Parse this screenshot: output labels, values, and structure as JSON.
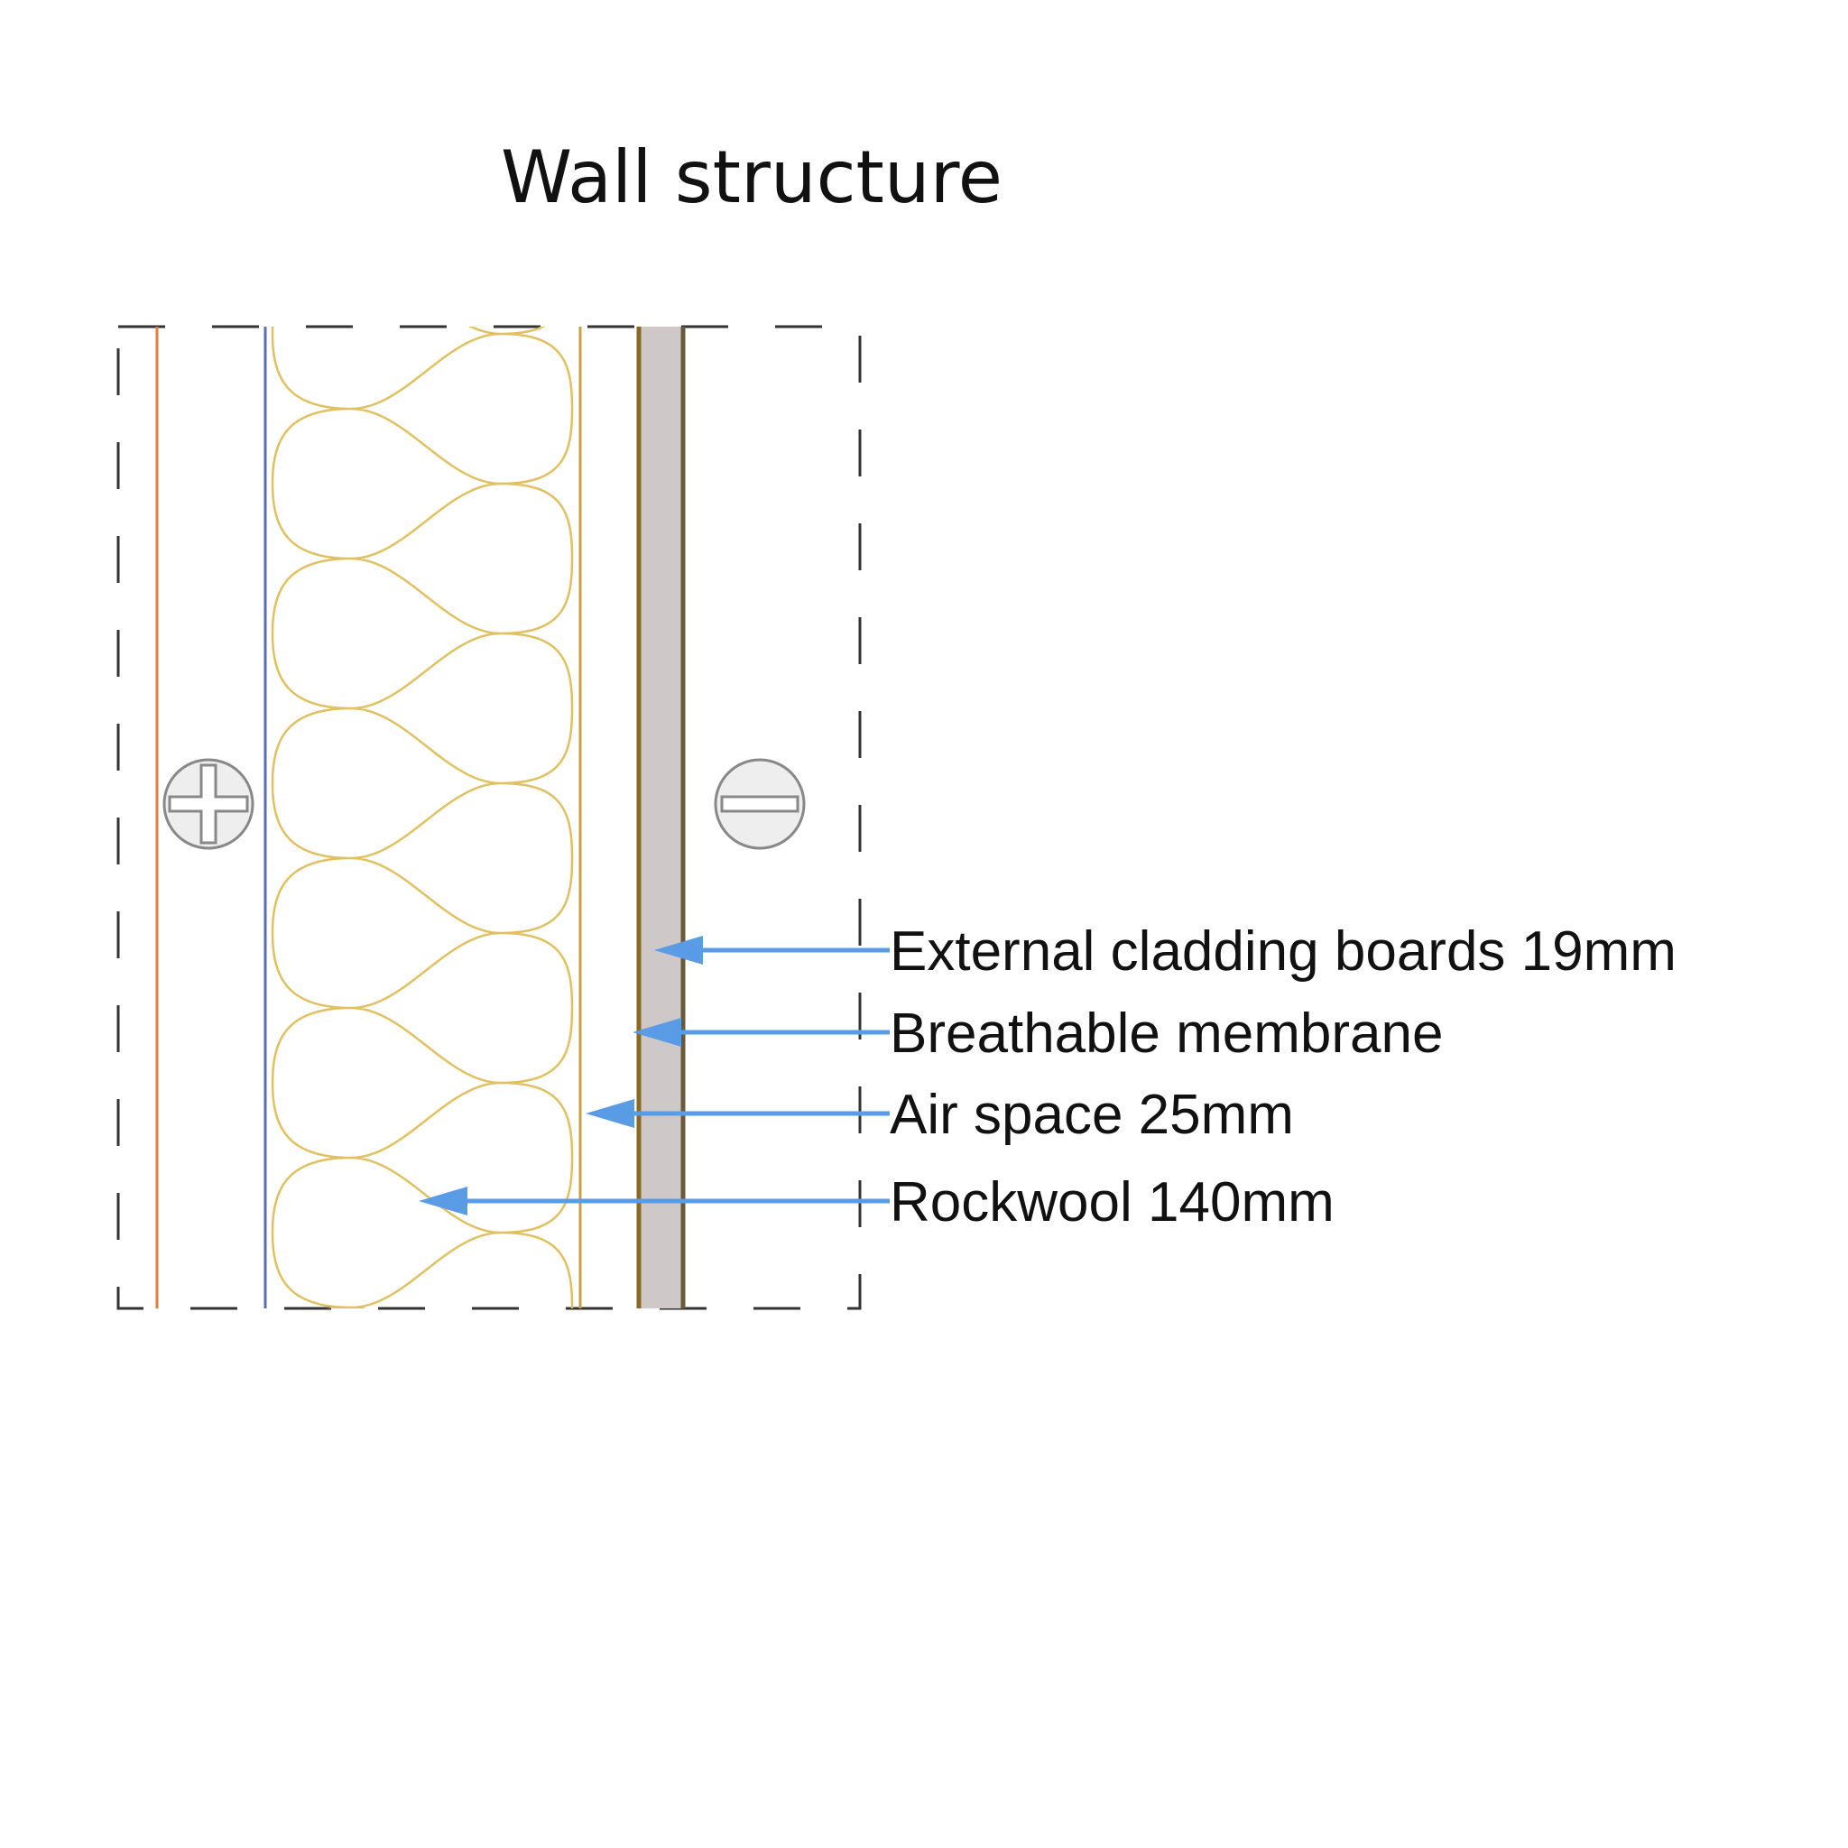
{
  "title": "Wall structure",
  "labels": [
    "External cladding boards 19mm",
    "Breathable membrane",
    "Air space 25mm",
    "Rockwool 140mm"
  ],
  "symbols": {
    "inside": "plus-icon",
    "outside": "minus-icon"
  },
  "colors": {
    "arrow": "#5a9be6",
    "rockwool": "#e0c060",
    "vapour_barrier": "#5a6db8",
    "inner_lining": "#e87a3a",
    "cladding_fill": "#cfc8c8",
    "cladding_edge": "#6b5a3a",
    "membrane": "#8a6a20"
  }
}
